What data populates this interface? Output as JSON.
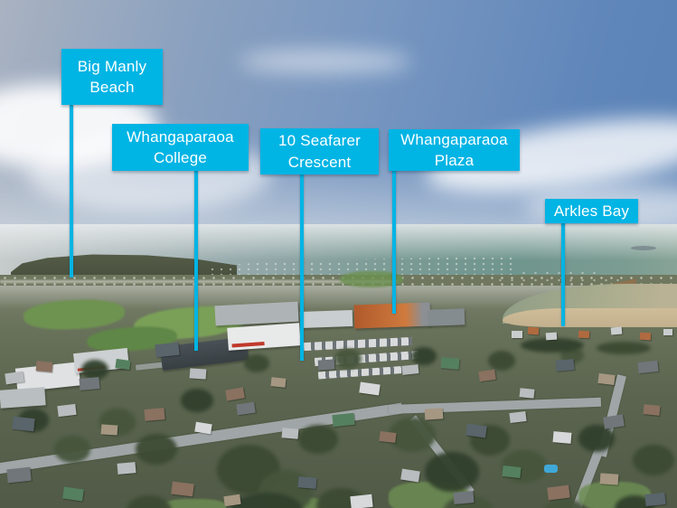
{
  "colors": {
    "label_bg": "#00b4e4",
    "label_text": "#ffffff"
  },
  "labels": [
    {
      "id": "big-manly-beach",
      "text": "Big Manly Beach"
    },
    {
      "id": "whangaparaoa-college",
      "text": "Whangaparaoa College"
    },
    {
      "id": "10-seafarer-crescent",
      "text": "10 Seafarer Crescent"
    },
    {
      "id": "whangaparaoa-plaza",
      "text": "Whangaparaoa Plaza"
    },
    {
      "id": "arkles-bay",
      "text": "Arkles Bay"
    }
  ]
}
